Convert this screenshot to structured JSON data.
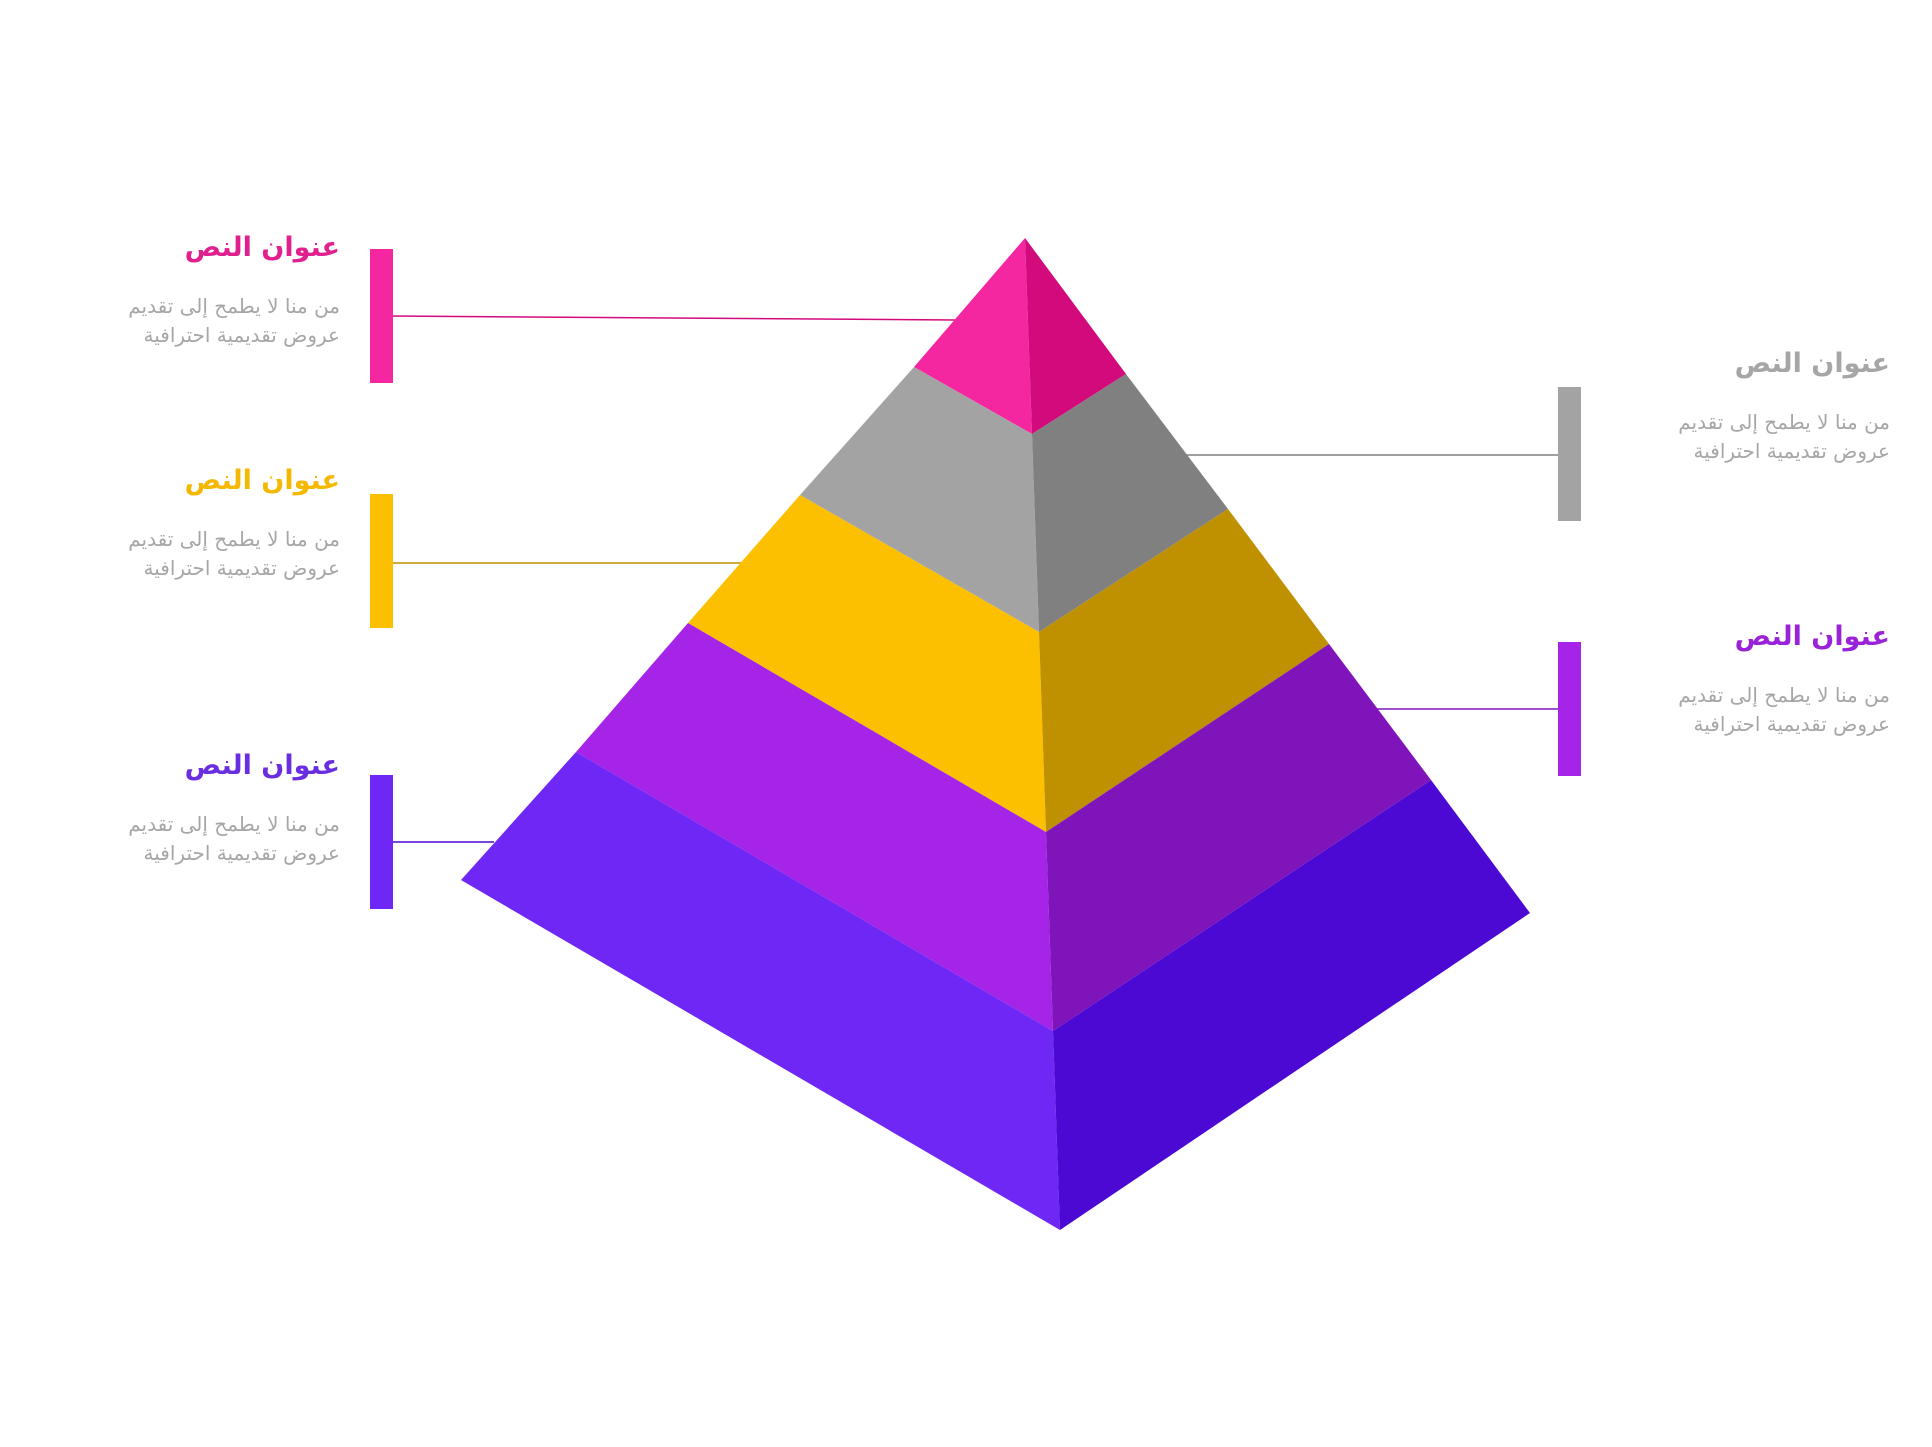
{
  "layers": [
    {
      "id": "top",
      "title": "عنوان النص",
      "body_line1": "من منا لا يطمح إلى تقديم",
      "body_line2": "عروض تقديمية احترافية",
      "color_front": "#f527a0",
      "color_side": "#d20a7c",
      "title_color": "#e0208f"
    },
    {
      "id": "second",
      "title": "عنوان النص",
      "body_line1": "من منا لا يطمح إلى تقديم",
      "body_line2": "عروض تقديمية احترافية",
      "color_front": "#a3a3a3",
      "color_side": "#808080",
      "title_color": "#a6a6a6"
    },
    {
      "id": "third",
      "title": "عنوان النص",
      "body_line1": "من منا لا يطمح إلى تقديم",
      "body_line2": "عروض تقديمية احترافية",
      "color_front": "#fdc000",
      "color_side": "#bf9100",
      "title_color": "#f4b800"
    },
    {
      "id": "fourth",
      "title": "عنوان النص",
      "body_line1": "من منا لا يطمح إلى تقديم",
      "body_line2": "عروض تقديمية احترافية",
      "color_front": "#a524e8",
      "color_side": "#8014bb",
      "title_color": "#9a22d8"
    },
    {
      "id": "base",
      "title": "عنوان النص",
      "body_line1": "من منا لا يطمح إلى تقديم",
      "body_line2": "عروض تقديمية احترافية",
      "color_front": "#6e27f4",
      "color_side": "#4b09d3",
      "title_color": "#6a2ee0"
    }
  ]
}
